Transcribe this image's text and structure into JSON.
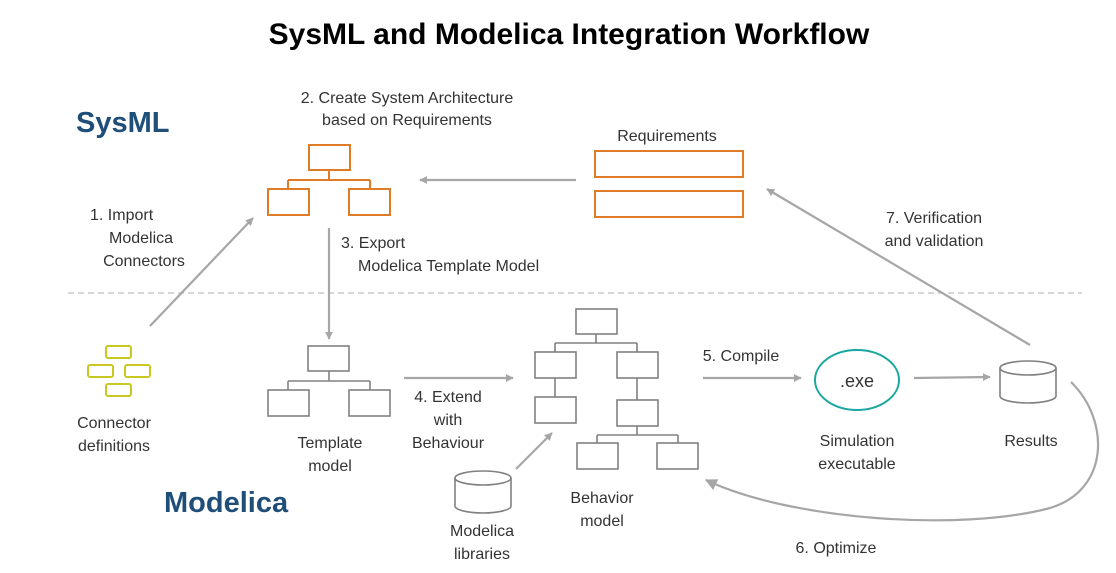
{
  "title": "SysML and Modelica Integration Workflow",
  "sections": {
    "sysml": "SysML",
    "modelica": "Modelica"
  },
  "steps": {
    "import": [
      "1.   Import",
      "Modelica",
      "Connectors"
    ],
    "create": [
      "2. Create System Architecture",
      "based on Requirements"
    ],
    "export": [
      "3. Export",
      "Modelica Template Model"
    ],
    "extend": [
      "4. Extend",
      "with",
      "Behaviour"
    ],
    "compile": "5. Compile",
    "optimize": "6. Optimize",
    "verify": [
      "7. Verification",
      "and validation"
    ]
  },
  "artifacts": {
    "requirements": "Requirements",
    "connector_defs": [
      "Connector",
      "definitions"
    ],
    "template_model": [
      "Template",
      "model"
    ],
    "behavior_model": [
      "Behavior",
      "model"
    ],
    "modelica_libraries": [
      "Modelica",
      "libraries"
    ],
    "exe_label": ".exe",
    "simulation": [
      "Simulation",
      "executable"
    ],
    "results": "Results"
  },
  "colors": {
    "sysml_orange": "#e07b28",
    "connector_yellow": "#c8c820",
    "exe_teal": "#1aa7a0",
    "section_blue": "#1f4e79",
    "arrow_gray": "#a6a6a6",
    "box_gray": "#808080"
  }
}
